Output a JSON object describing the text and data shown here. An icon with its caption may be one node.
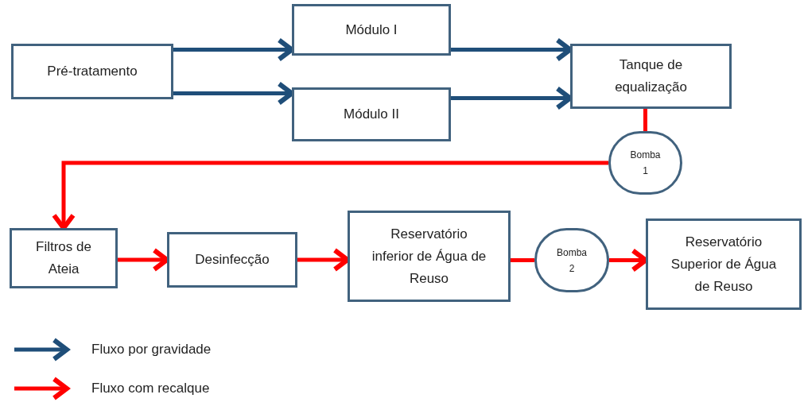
{
  "diagram": {
    "nodes": [
      {
        "text": [
          "Pré-tratamento"
        ]
      },
      {
        "text": [
          "Módulo I"
        ]
      },
      {
        "text": [
          "Módulo II"
        ]
      },
      {
        "text": [
          "Tanque de equalização"
        ]
      },
      {
        "text": [
          "Bomba 1"
        ]
      },
      {
        "text": [
          "Filtros de Ateia"
        ]
      },
      {
        "text": [
          "Desinfecção"
        ]
      },
      {
        "text": [
          "Reservatório inferior de Água de Reuso"
        ]
      },
      {
        "text": [
          "Bomba 2"
        ]
      },
      {
        "text": [
          "Reservatório Superior de Água de Reuso"
        ]
      }
    ],
    "edges": [
      {
        "from": 0,
        "to": 1,
        "arrow": "to",
        "color": "#1f4e79"
      },
      {
        "from": 0,
        "to": 2,
        "arrow": "to",
        "color": "#1f4e79"
      },
      {
        "from": 1,
        "to": 3,
        "arrow": "to",
        "color": "#1f4e79"
      },
      {
        "from": 2,
        "to": 3,
        "arrow": "to",
        "color": "#1f4e79"
      },
      {
        "from": 3,
        "to": 4,
        "arrow": "none"
      },
      {
        "from": 4,
        "to": 5,
        "arrow": "to"
      },
      {
        "from": 5,
        "to": 6,
        "arrow": "to"
      },
      {
        "from": 6,
        "to": 7,
        "arrow": "to"
      },
      {
        "from": 7,
        "to": 8,
        "arrow": "none"
      },
      {
        "from": 8,
        "to": 9,
        "arrow": "to"
      }
    ],
    "legend": [
      {
        "text": "Fluxo por gravidade",
        "color": "#1f4e79"
      },
      {
        "text": "Fluxo com recalque",
        "color": "#ff0000"
      }
    ]
  }
}
